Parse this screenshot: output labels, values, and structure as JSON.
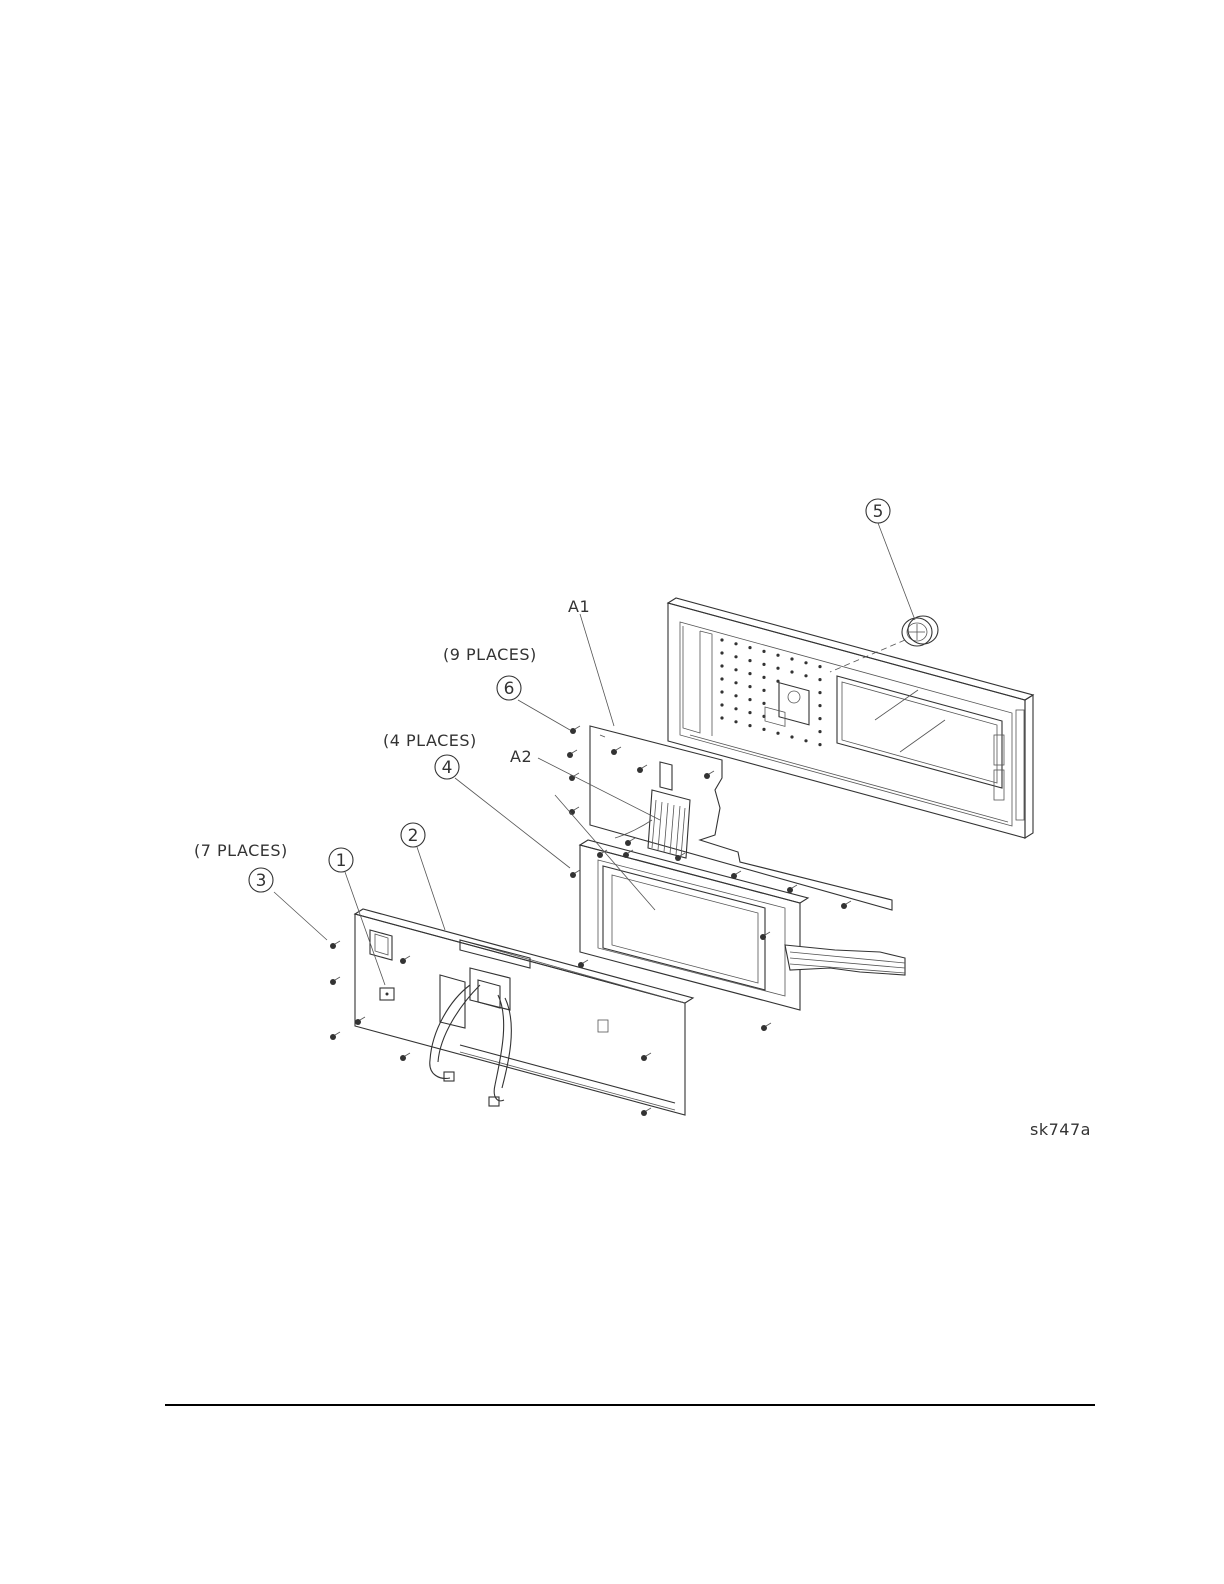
{
  "figure": {
    "drawing_id": "sk747a",
    "callouts": {
      "item1": "1",
      "item2": "2",
      "item3": "3",
      "item4": "4",
      "item5": "5",
      "item6": "6"
    },
    "labels": {
      "a1": "A1",
      "a2": "A2",
      "places9": "(9 PLACES)",
      "places4": "(4 PLACES)",
      "places7": "(7 PLACES)"
    }
  }
}
